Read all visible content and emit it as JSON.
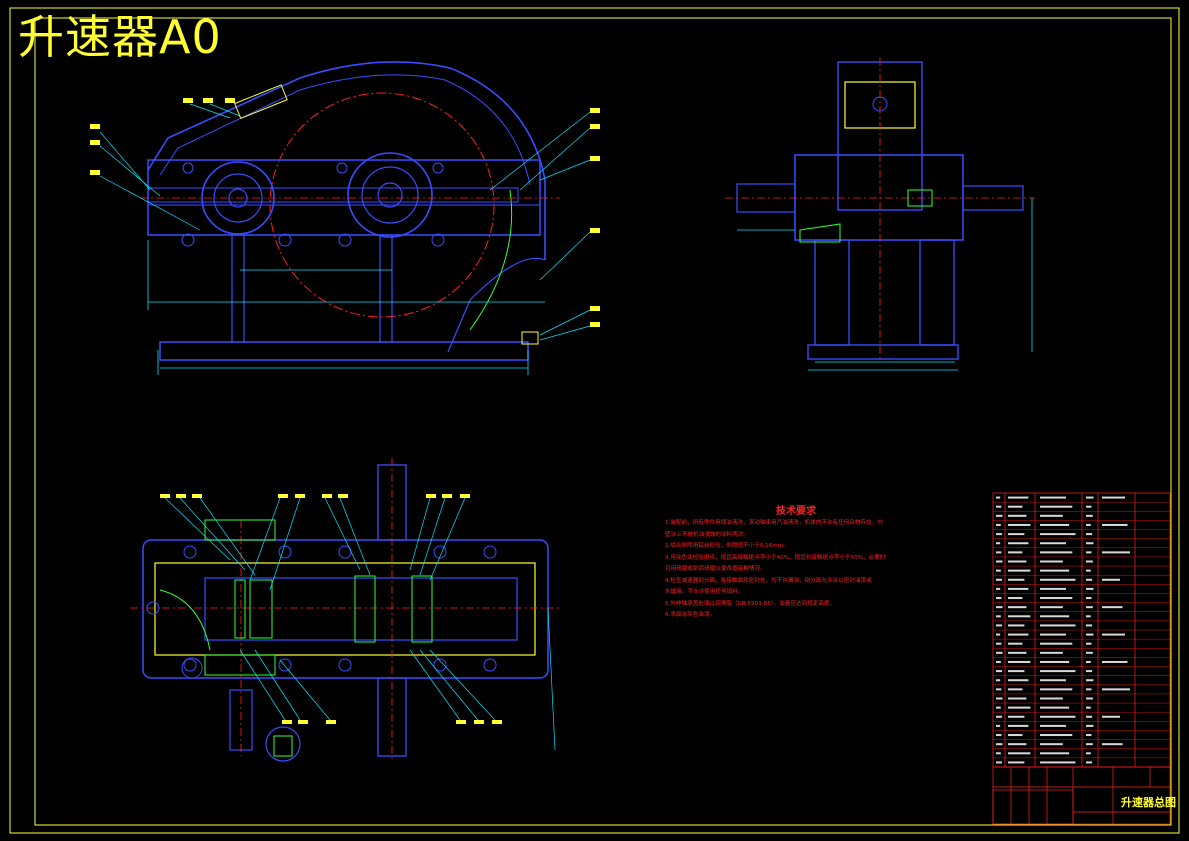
{
  "title": "升速器A0",
  "tech_requirements": {
    "heading": "技术要求",
    "notes": [
      "1.装配前，所有零件用煤油清洗，滚动轴承用汽油清洗，机体内不许有任何杂物存在，内",
      "  壁涂上不被机油浸蚀的涂料两次。",
      "2.啮合侧隙用铅丝检验，侧隙值不小于0.16mm。",
      "3.用涂色法检验斑点，按齿高接触斑点不小于40%，按齿长接触斑点不小于50%，必要时",
      "  可用研磨或刮后研磨以便改善接触情况。",
      "4.检查减速器剖分面，各接触面及密封处，均不许漏油，剖分面允许涂以密封油漆或",
      "  水玻璃，不允许使用任何填料。",
      "5.外伸轴承盖处填以润滑脂（GB 5903-86），油量应达到规定高度。",
      "6.表面涂灰色油漆。"
    ]
  },
  "title_block": {
    "drawing_name": "升速器总图"
  },
  "colors": {
    "frame": "#ffff33",
    "outline": "#3a4cff",
    "dimension": "#00e5ff",
    "centerline": "#ff2020",
    "section": "#33ff33",
    "accent": "#ffff33"
  }
}
